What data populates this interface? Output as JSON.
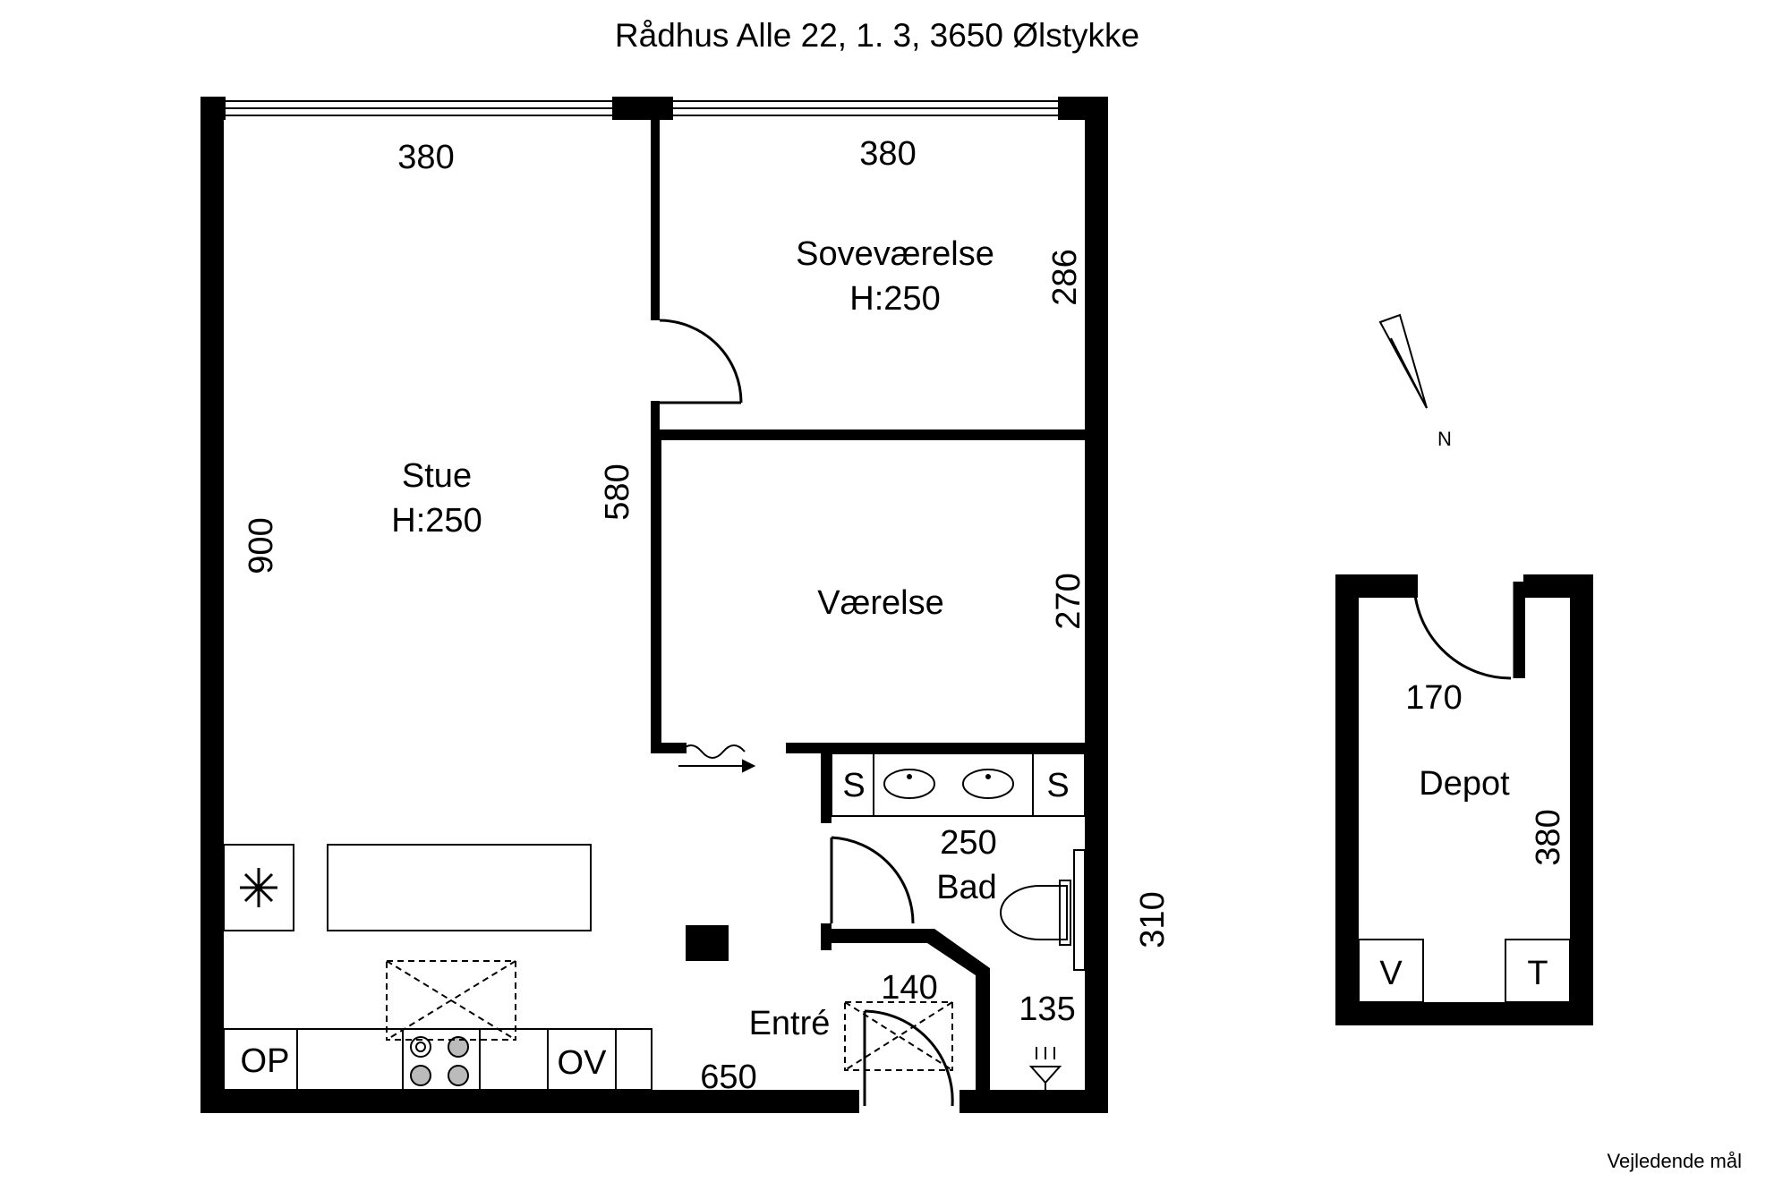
{
  "title": "Rådhus Alle 22, 1. 3, 3650 Ølstykke",
  "footer_note": "Vejledende mål",
  "compass_label": "N",
  "rooms": {
    "stue": {
      "name": "Stue",
      "height": "H:250",
      "dim_top": "380",
      "dim_left": "900",
      "dim_right": "580",
      "dim_bottom": "650"
    },
    "sovevaerelse": {
      "name": "Soveværelse",
      "height": "H:250",
      "dim_top": "380",
      "dim_right": "286"
    },
    "vaerelse": {
      "name": "Værelse",
      "dim_right": "270"
    },
    "bad": {
      "name": "Bad",
      "dim_top": "250",
      "dim_right": "310",
      "dim_lower": "135"
    },
    "entre": {
      "name": "Entré",
      "dim_top": "140"
    },
    "depot": {
      "name": "Depot",
      "dim_top": "170",
      "dim_right": "380"
    }
  },
  "fixtures": {
    "oven_label": "OP",
    "oven2_label": "OV",
    "sink_s_left": "S",
    "sink_s_right": "S",
    "washer_label": "V",
    "dryer_label": "T"
  }
}
